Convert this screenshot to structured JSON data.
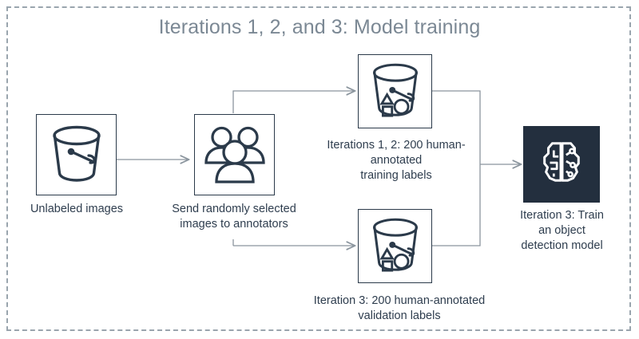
{
  "figure": {
    "title": "Iterations 1, 2, and 3: Model training",
    "title_color": "#7b8894",
    "frame_style": "dashed",
    "frame_color": "#9aa5ae",
    "background": "#ffffff"
  },
  "colors": {
    "icon_stroke": "#2b3a4a",
    "model_fill": "#232f3e",
    "model_icon": "#ffffff",
    "connector": "#8b959e",
    "caption_text": "#2e3d4e"
  },
  "nodes": [
    {
      "id": "unlabeled-images",
      "icon": "bucket-icon",
      "caption": "Unlabeled images"
    },
    {
      "id": "annotators",
      "icon": "people-group-icon",
      "caption": "Send randomly selected\nimages to annotators"
    },
    {
      "id": "training-labels",
      "icon": "bucket-with-shapes-icon",
      "caption": "Iterations 1, 2: 200 human-\nannotated\ntraining  labels"
    },
    {
      "id": "validation-labels",
      "icon": "bucket-with-shapes-icon",
      "caption": "Iteration 3: 200 human-annotated\nvalidation labels"
    },
    {
      "id": "object-detection-model",
      "icon": "ai-brain-chip-icon",
      "caption": "Iteration 3: Train\nan object\ndetection model"
    }
  ],
  "connectors": [
    {
      "id": "images-to-annotators",
      "from": "unlabeled-images",
      "to": "annotators",
      "style": "arrow"
    },
    {
      "id": "annotators-to-training",
      "from": "annotators",
      "to": "training-labels",
      "style": "elbow-arrow"
    },
    {
      "id": "annotators-to-validation",
      "from": "annotators",
      "to": "validation-labels",
      "style": "elbow-arrow"
    },
    {
      "id": "labels-to-model",
      "from": "training-labels,validation-labels",
      "to": "object-detection-model",
      "style": "merge-arrow"
    }
  ]
}
